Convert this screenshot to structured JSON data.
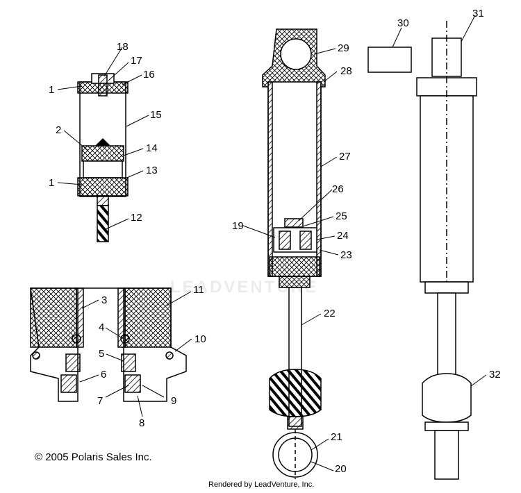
{
  "footer": {
    "copyright": "© 2005 Polaris Sales Inc.",
    "rendered_by": "Rendered by LeadVenture, Inc."
  },
  "watermark": "LEADVENTURE",
  "callouts": [
    "1",
    "1",
    "2",
    "3",
    "4",
    "5",
    "6",
    "7",
    "8",
    "9",
    "10",
    "11",
    "12",
    "13",
    "14",
    "15",
    "16",
    "17",
    "18",
    "19",
    "20",
    "21",
    "22",
    "23",
    "24",
    "25",
    "26",
    "27",
    "28",
    "29",
    "30",
    "31",
    "32"
  ]
}
